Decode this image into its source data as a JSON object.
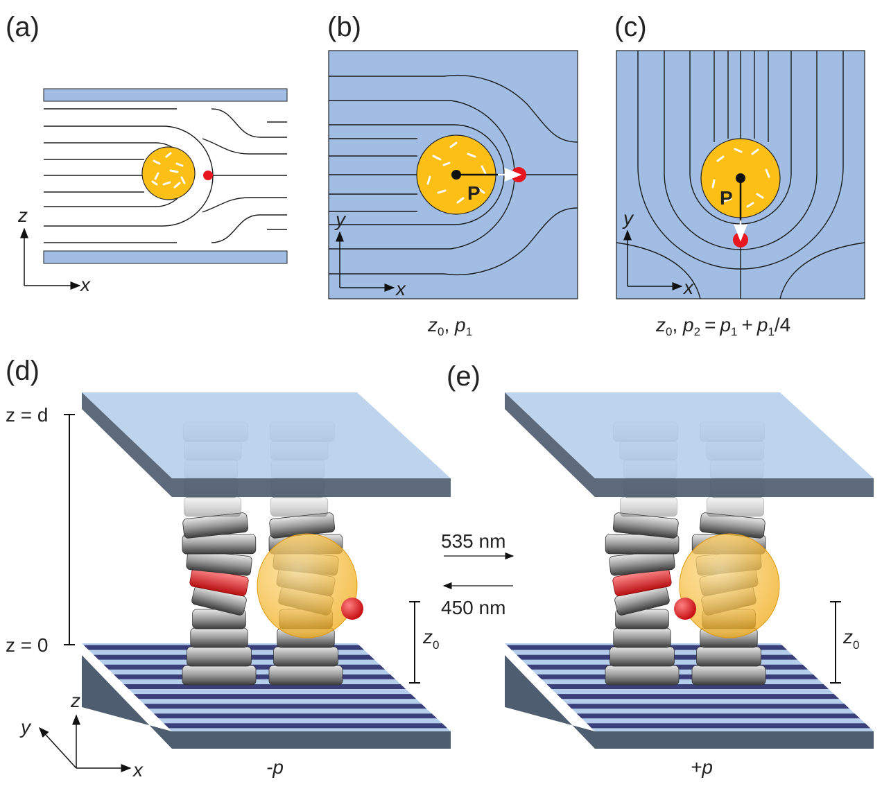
{
  "panels": {
    "a": {
      "label": "(a)",
      "axis_x": "x",
      "axis_z": "z"
    },
    "b": {
      "label": "(b)",
      "axis_x": "x",
      "axis_y": "y",
      "point": "P",
      "caption_z": "z",
      "caption_z_sub": "0",
      "caption_p": "p",
      "caption_p_sub": "1"
    },
    "c": {
      "label": "(c)",
      "axis_x": "x",
      "axis_y": "y",
      "point": "P",
      "caption": {
        "z": "z",
        "z_sub": "0",
        "p2": "p",
        "p2_sub": "2",
        "eq": "=",
        "p1": "p",
        "p1_sub": "1",
        "plus": "+",
        "p1b": "p",
        "p1b_sub": "1",
        "tail": "/4"
      }
    },
    "d": {
      "label": "(d)",
      "z_top": "z = d",
      "z_bottom": "z = 0",
      "z0": "z",
      "z0_sub": "0",
      "caption": "-p",
      "axis_x": "x",
      "axis_y": "y",
      "axis_z": "z"
    },
    "e": {
      "label": "(e)",
      "z0": "z",
      "z0_sub": "0",
      "caption": "+p"
    }
  },
  "wavelengths": {
    "forward": "535 nm",
    "backward": "450 nm"
  },
  "colors": {
    "background_blue": "#a1bde3",
    "particle": "#fbbf16",
    "dot": "#e8161f",
    "plate": "#b3cdea",
    "plate_edge": "#4f5d70",
    "stripe_dark": "#3a3f7a"
  }
}
